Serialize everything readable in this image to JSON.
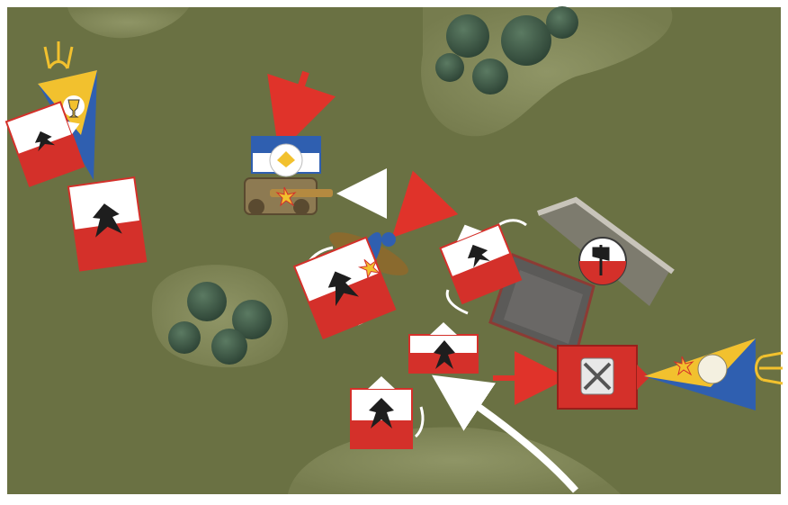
{
  "board": {
    "ground_color": "#6a7143",
    "hill_color": "#838a5c",
    "tree_color": "#3d5a47",
    "building_roof": "#5b5a58",
    "wall_color": "#a9a6a0",
    "arrow_red": "#e0332a",
    "arrow_white": "#ffffff"
  },
  "factions": {
    "imperial": {
      "primary": "#d4302a",
      "secondary": "#ffffff",
      "emblem": "black-eagle-icon"
    },
    "hochland": {
      "primary": "#2f5fb0",
      "secondary": "#ffffff",
      "emblem": "white-eagle-icon"
    },
    "command": {
      "primary": "#f2c12e",
      "secondary": "#2f5fb0"
    }
  },
  "units": [
    {
      "id": "general-pennant-left",
      "kind": "pennant",
      "emblem": "chalice-icon"
    },
    {
      "id": "regiment-upper-left",
      "kind": "regiment",
      "emblem": "eagle-icon"
    },
    {
      "id": "regiment-left",
      "kind": "regiment",
      "emblem": "eagle-icon"
    },
    {
      "id": "cannon-crew",
      "kind": "war-machine",
      "emblem": "cannon-icon"
    },
    {
      "id": "hochland-detachment",
      "kind": "detachment",
      "emblem": "white-eagle-icon"
    },
    {
      "id": "griffon-flyer",
      "kind": "monster",
      "emblem": "griffon-icon"
    },
    {
      "id": "center-regiment",
      "kind": "regiment",
      "emblem": "eagle-icon"
    },
    {
      "id": "right-regiment",
      "kind": "regiment",
      "emblem": "griffon-icon"
    },
    {
      "id": "middle-regiment",
      "kind": "regiment",
      "emblem": "griffon-icon"
    },
    {
      "id": "lower-regiment",
      "kind": "regiment",
      "emblem": "griffon-icon"
    },
    {
      "id": "enemy-block",
      "kind": "enemy-regiment",
      "emblem": "crossed-bones-icon"
    },
    {
      "id": "enemy-pennant",
      "kind": "pennant",
      "emblem": "skull-face-icon"
    },
    {
      "id": "axe-marker",
      "kind": "marker",
      "emblem": "axe-icon"
    }
  ]
}
